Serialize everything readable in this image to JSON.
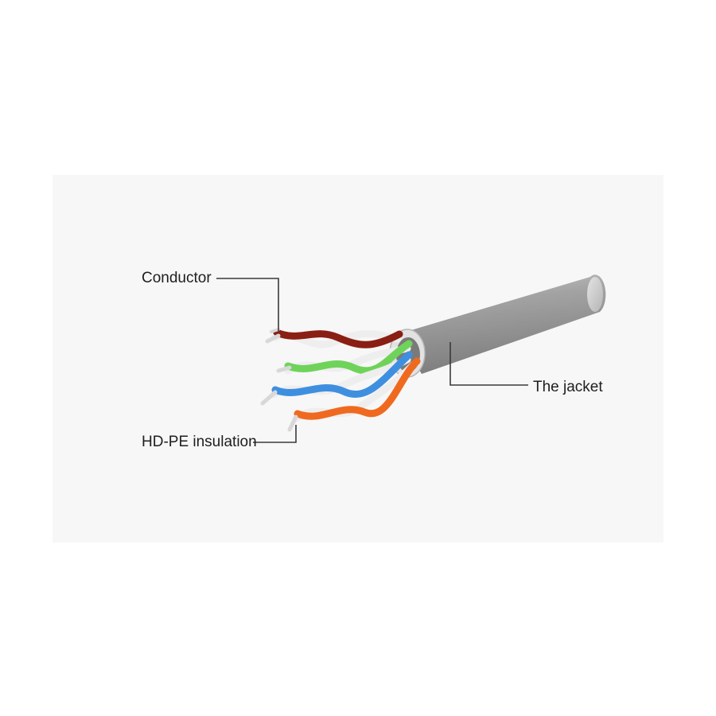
{
  "labels": {
    "conductor": "Conductor",
    "insulation": "HD-PE insulation",
    "jacket": "The jacket"
  },
  "colors": {
    "background": "#ffffff",
    "panel": "#f7f7f7",
    "jacket": "#9c9c9c",
    "leader_line": "#3a3a3a",
    "pair_brown": "#8a1f14",
    "pair_green": "#6fd35a",
    "pair_blue": "#3f8fe0",
    "pair_orange": "#ef6a1f",
    "pair_white": "#eeeeee"
  },
  "wire_pairs": [
    "brown",
    "green",
    "blue",
    "orange"
  ]
}
